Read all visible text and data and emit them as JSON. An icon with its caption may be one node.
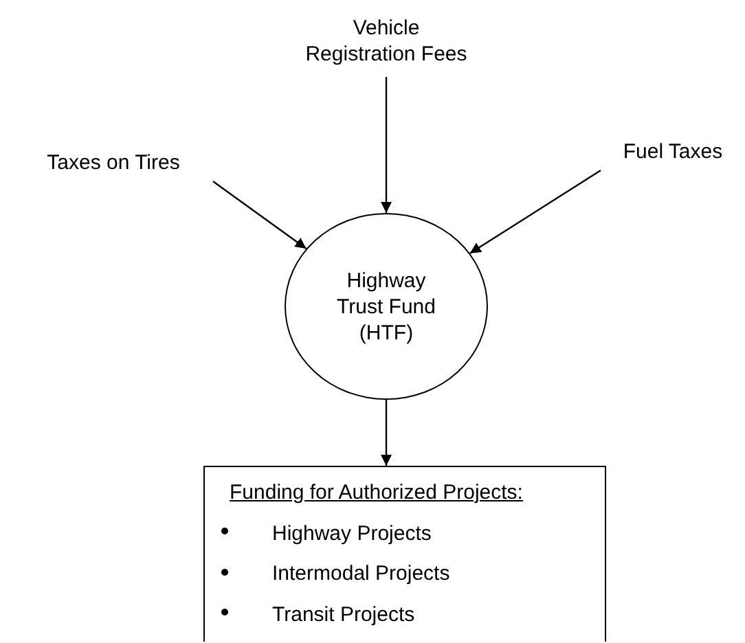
{
  "diagram": {
    "nodes": [
      {
        "text": [
          "Vehicle Registration Fees"
        ]
      },
      {
        "text": [
          "Taxes on Tires"
        ]
      },
      {
        "text": [
          "Fuel Taxes"
        ]
      },
      {
        "text": [
          "Highway Trust Fund (HTF)"
        ]
      },
      {
        "text": [
          "Funding for Authorized Projects:",
          "Highway Projects",
          "Intermodal Projects",
          "Transit Projects"
        ]
      }
    ],
    "edges": [
      {
        "from": 1,
        "to": 3,
        "arrow": "to"
      },
      {
        "from": 0,
        "to": 3,
        "arrow": "to"
      },
      {
        "from": 2,
        "to": 3,
        "arrow": "to"
      },
      {
        "from": 3,
        "to": 4,
        "arrow": "to"
      }
    ]
  }
}
